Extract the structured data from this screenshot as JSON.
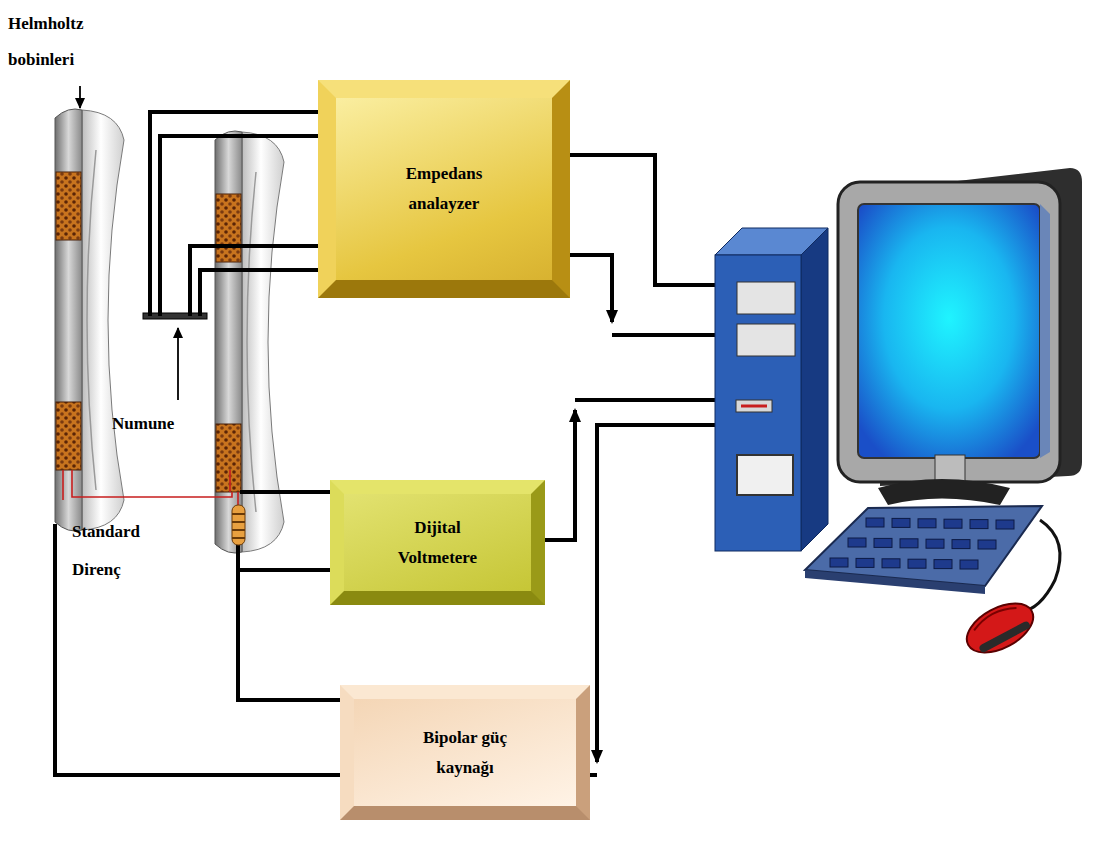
{
  "diagram": {
    "nodes": [
      {
        "text": [
          "Empedans analayzer"
        ]
      },
      {
        "text": [
          "Dijital Voltmetere"
        ]
      },
      {
        "text": [
          "Bipolar güç kaynağı"
        ]
      }
    ],
    "labels": [
      "Helmholtz bobinleri",
      "Numune",
      "Standard Direnç"
    ]
  }
}
